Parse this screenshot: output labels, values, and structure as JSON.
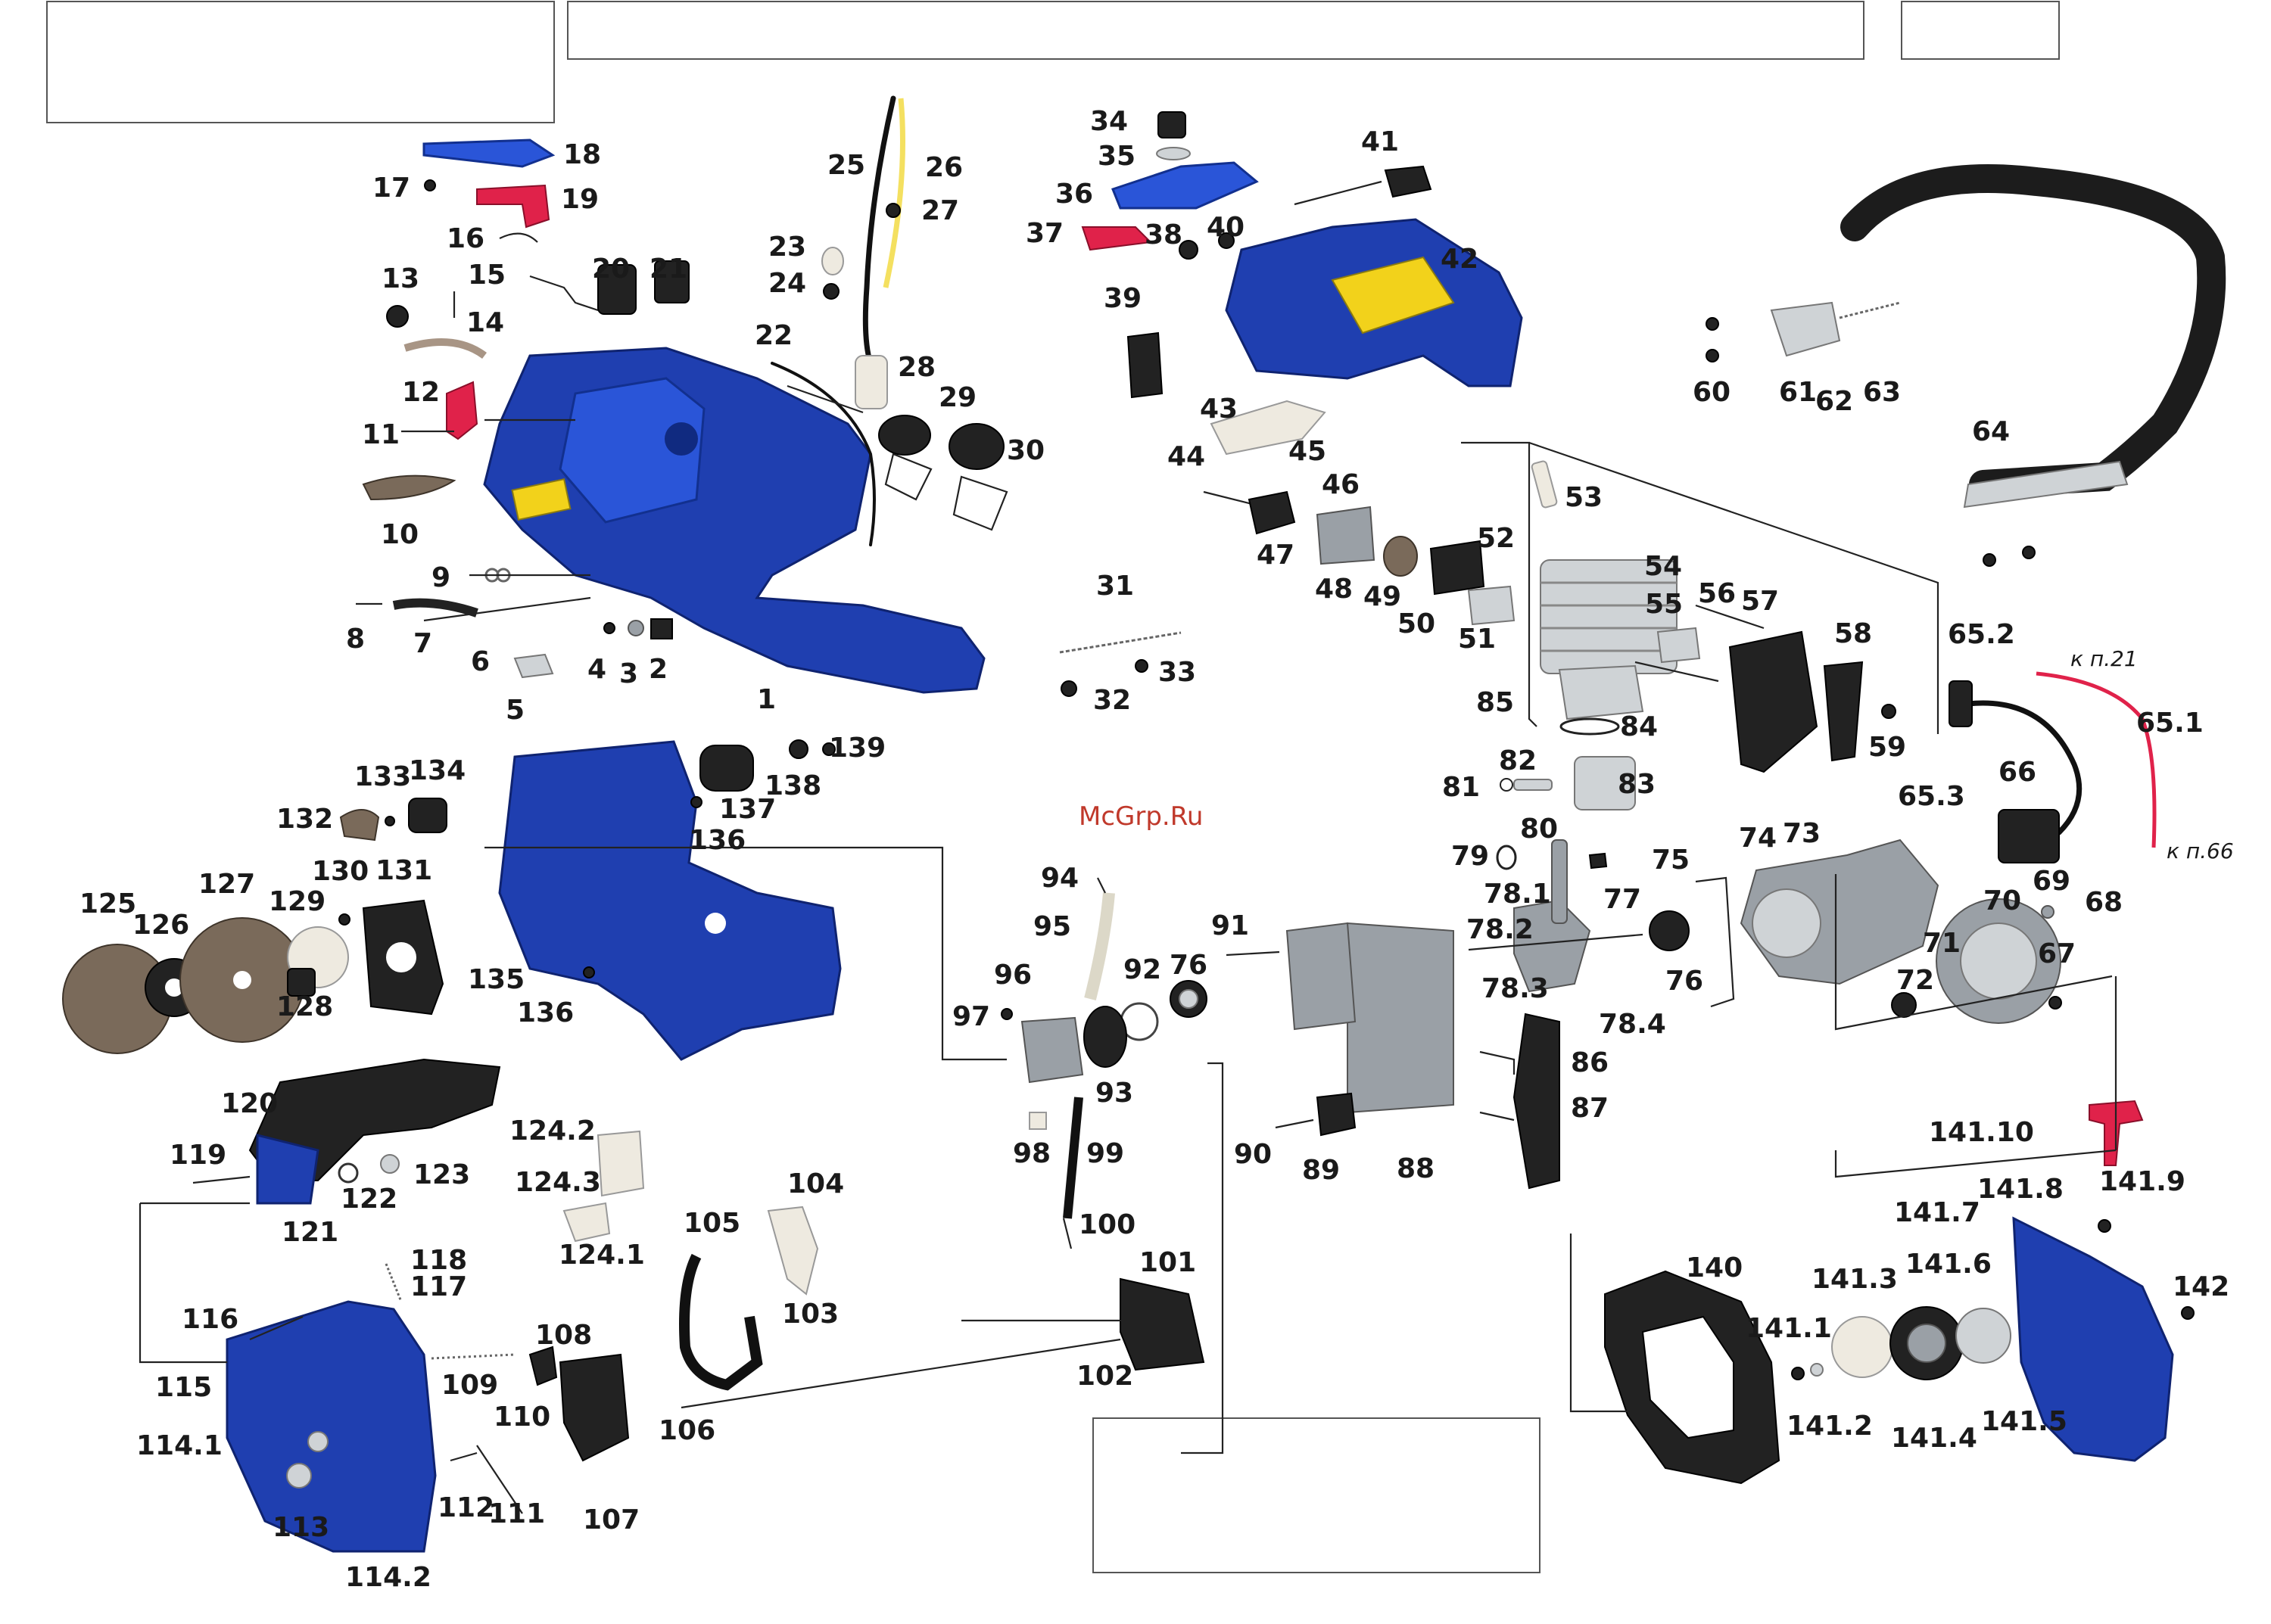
{
  "watermark": "McGrp.Ru",
  "labels": {
    "l1": "1",
    "l2": "2",
    "l3": "3",
    "l4": "4",
    "l5": "5",
    "l6": "6",
    "l7": "7",
    "l8": "8",
    "l9": "9",
    "l10": "10",
    "l11": "11",
    "l12": "12",
    "l13": "13",
    "l14": "14",
    "l15": "15",
    "l16": "16",
    "l17": "17",
    "l18": "18",
    "l19": "19",
    "l20": "20",
    "l21": "21",
    "l22": "22",
    "l23": "23",
    "l24": "24",
    "l25": "25",
    "l26": "26",
    "l27": "27",
    "l28": "28",
    "l29": "29",
    "l30": "30",
    "l31": "31",
    "l32": "32",
    "l33": "33",
    "l34": "34",
    "l35": "35",
    "l36": "36",
    "l37": "37",
    "l38": "38",
    "l39": "39",
    "l40": "40",
    "l41": "41",
    "l42": "42",
    "l43": "43",
    "l44": "44",
    "l45": "45",
    "l46": "46",
    "l47": "47",
    "l48": "48",
    "l49": "49",
    "l50": "50",
    "l51": "51",
    "l52": "52",
    "l53": "53",
    "l54": "54",
    "l55": "55",
    "l56": "56",
    "l57": "57",
    "l58": "58",
    "l59": "59",
    "l60": "60",
    "l61": "61",
    "l62": "62",
    "l63": "63",
    "l64": "64",
    "l65_1": "65.1",
    "l65_2": "65.2",
    "l65_3": "65.3",
    "l66": "66",
    "l67": "67",
    "l68": "68",
    "l69": "69",
    "l70": "70",
    "l71": "71",
    "l72": "72",
    "l73": "73",
    "l74": "74",
    "l75": "75",
    "l76a": "76",
    "l76b": "76",
    "l77": "77",
    "l78_1": "78.1",
    "l78_2": "78.2",
    "l78_3": "78.3",
    "l78_4": "78.4",
    "l79": "79",
    "l80": "80",
    "l81": "81",
    "l82": "82",
    "l83": "83",
    "l84": "84",
    "l85": "85",
    "l86": "86",
    "l87": "87",
    "l88": "88",
    "l89": "89",
    "l90": "90",
    "l91": "91",
    "l92": "92",
    "l93": "93",
    "l94": "94",
    "l95": "95",
    "l96": "96",
    "l97": "97",
    "l98": "98",
    "l99": "99",
    "l100": "100",
    "l101": "101",
    "l102": "102",
    "l103": "103",
    "l104": "104",
    "l105": "105",
    "l106": "106",
    "l107": "107",
    "l108": "108",
    "l109": "109",
    "l110": "110",
    "l111": "111",
    "l112": "112",
    "l113": "113",
    "l114_1": "114.1",
    "l114_2": "114.2",
    "l115": "115",
    "l116": "116",
    "l117": "117",
    "l118": "118",
    "l119": "119",
    "l120": "120",
    "l121": "121",
    "l122": "122",
    "l123": "123",
    "l124_1": "124.1",
    "l124_2": "124.2",
    "l124_3": "124.3",
    "l125": "125",
    "l126": "126",
    "l127": "127",
    "l128": "128",
    "l129": "129",
    "l130": "130",
    "l131": "131",
    "l132": "132",
    "l133": "133",
    "l134": "134",
    "l135": "135",
    "l136a": "136",
    "l136b": "136",
    "l137": "137",
    "l138": "138",
    "l139": "139",
    "l140": "140",
    "l141_1": "141.1",
    "l141_2": "141.2",
    "l141_3": "141.3",
    "l141_4": "141.4",
    "l141_5": "141.5",
    "l141_6": "141.6",
    "l141_7": "141.7",
    "l141_8": "141.8",
    "l141_9": "141.9",
    "l141_10": "141.10",
    "l142": "142"
  },
  "refs": {
    "to21": "к п.21",
    "to66": "к п.66"
  },
  "colors": {
    "housing": "#1f3fb0",
    "accent": "#e0224a",
    "metal": "#9aa0a6",
    "warning_label": "#f2d21b"
  }
}
